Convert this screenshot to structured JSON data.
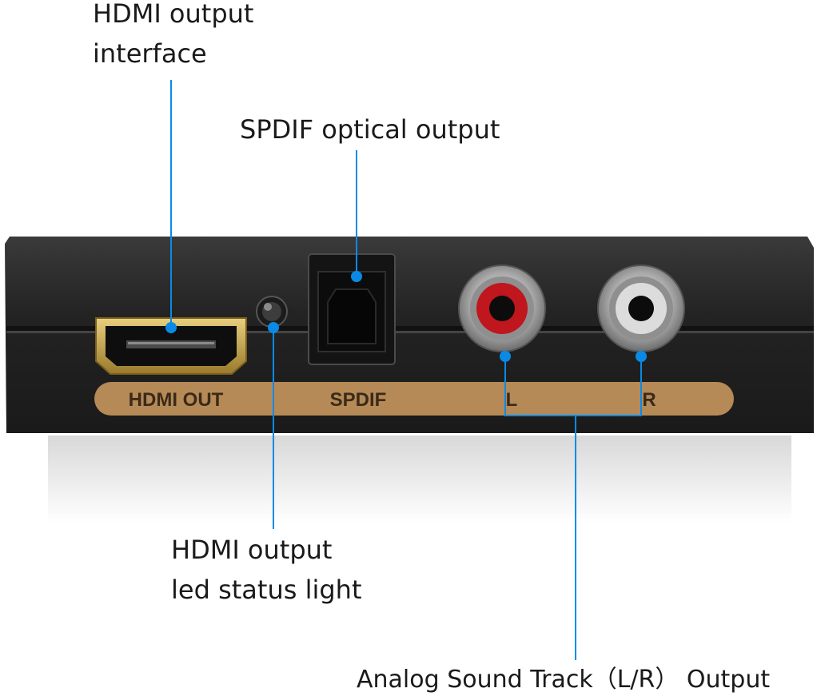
{
  "callouts": {
    "hdmi_interface": [
      "HDMI output",
      "interface"
    ],
    "spdif": "SPDIF optical output",
    "led": [
      "HDMI output",
      "led status light"
    ],
    "analog": "Analog Sound Track（L/R） Output"
  },
  "panel_labels": {
    "hdmi": "HDMI OUT",
    "spdif": "SPDIF",
    "left": "L",
    "right": "R"
  },
  "colors": {
    "leader": "#0a8ae6",
    "panel": "#2a2a2a",
    "label_strip": "#b58a57",
    "rca_left": "#c0161e",
    "rca_right": "#dcdcdc"
  }
}
